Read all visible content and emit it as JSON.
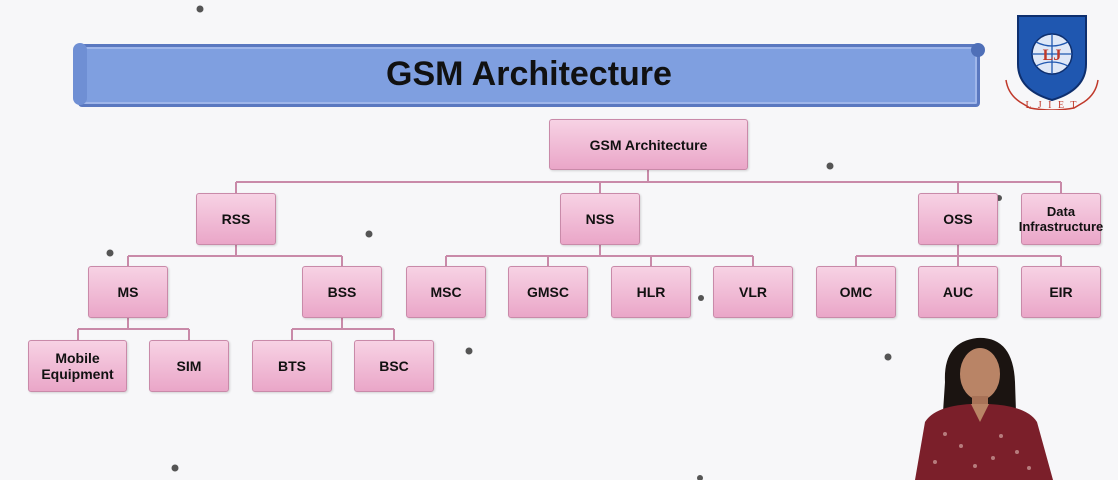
{
  "slide": {
    "title": "GSM Architecture",
    "logo": {
      "letters": "L J I E T"
    }
  },
  "diagram": {
    "root": "GSM Architecture",
    "level1": [
      "RSS",
      "NSS",
      "OSS",
      "Data Infrastructure"
    ],
    "rss_children": [
      "MS",
      "BSS"
    ],
    "ms_children": [
      "Mobile Equipment",
      "SIM"
    ],
    "bss_children": [
      "BTS",
      "BSC"
    ],
    "nss_children": [
      "MSC",
      "GMSC",
      "HLR",
      "VLR"
    ],
    "oss_children": [
      "OMC",
      "AUC",
      "EIR"
    ]
  },
  "colors": {
    "node_fill": "#eaa6c8",
    "banner": "#7f9fe0",
    "line": "#c98aa9"
  }
}
